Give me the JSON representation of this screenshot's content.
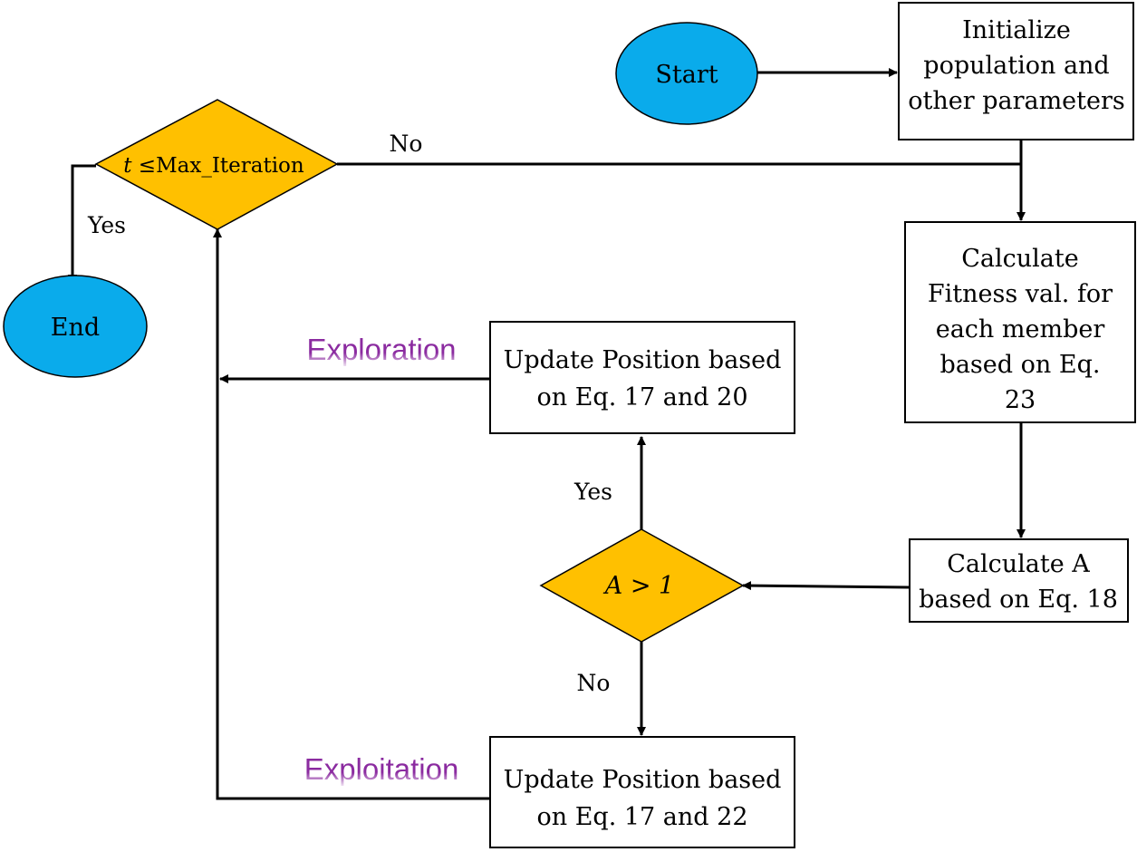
{
  "colors": {
    "terminal_fill": "#0AABEB",
    "decision_fill": "#FFC000",
    "process_fill": "#FFFFFF",
    "stroke": "#000000",
    "phase_label": "#8B2BA0"
  },
  "nodes": {
    "start": {
      "label": "Start"
    },
    "init": {
      "lines": [
        "Initialize",
        "population and",
        "other parameters"
      ]
    },
    "loop_check": {
      "prefix": "t",
      "label": " ≤Max_Iteration"
    },
    "end": {
      "label": "End"
    },
    "fitness": {
      "lines": [
        "Calculate",
        "Fitness val. for",
        "each member",
        "based on Eq.",
        "23"
      ]
    },
    "calc_a": {
      "lines": [
        "Calculate A",
        "based on Eq. 18"
      ]
    },
    "a_check": {
      "label": "A > 1"
    },
    "explore": {
      "lines": [
        "Update Position based",
        "on Eq. 17 and 20"
      ]
    },
    "exploit": {
      "lines": [
        "Update Position based",
        "on Eq. 17 and 22"
      ]
    }
  },
  "edge_labels": {
    "loop_no": "No",
    "loop_yes": "Yes",
    "a_yes": "Yes",
    "a_no": "No"
  },
  "phases": {
    "exploration": "Exploration",
    "exploitation": "Exploitation"
  }
}
